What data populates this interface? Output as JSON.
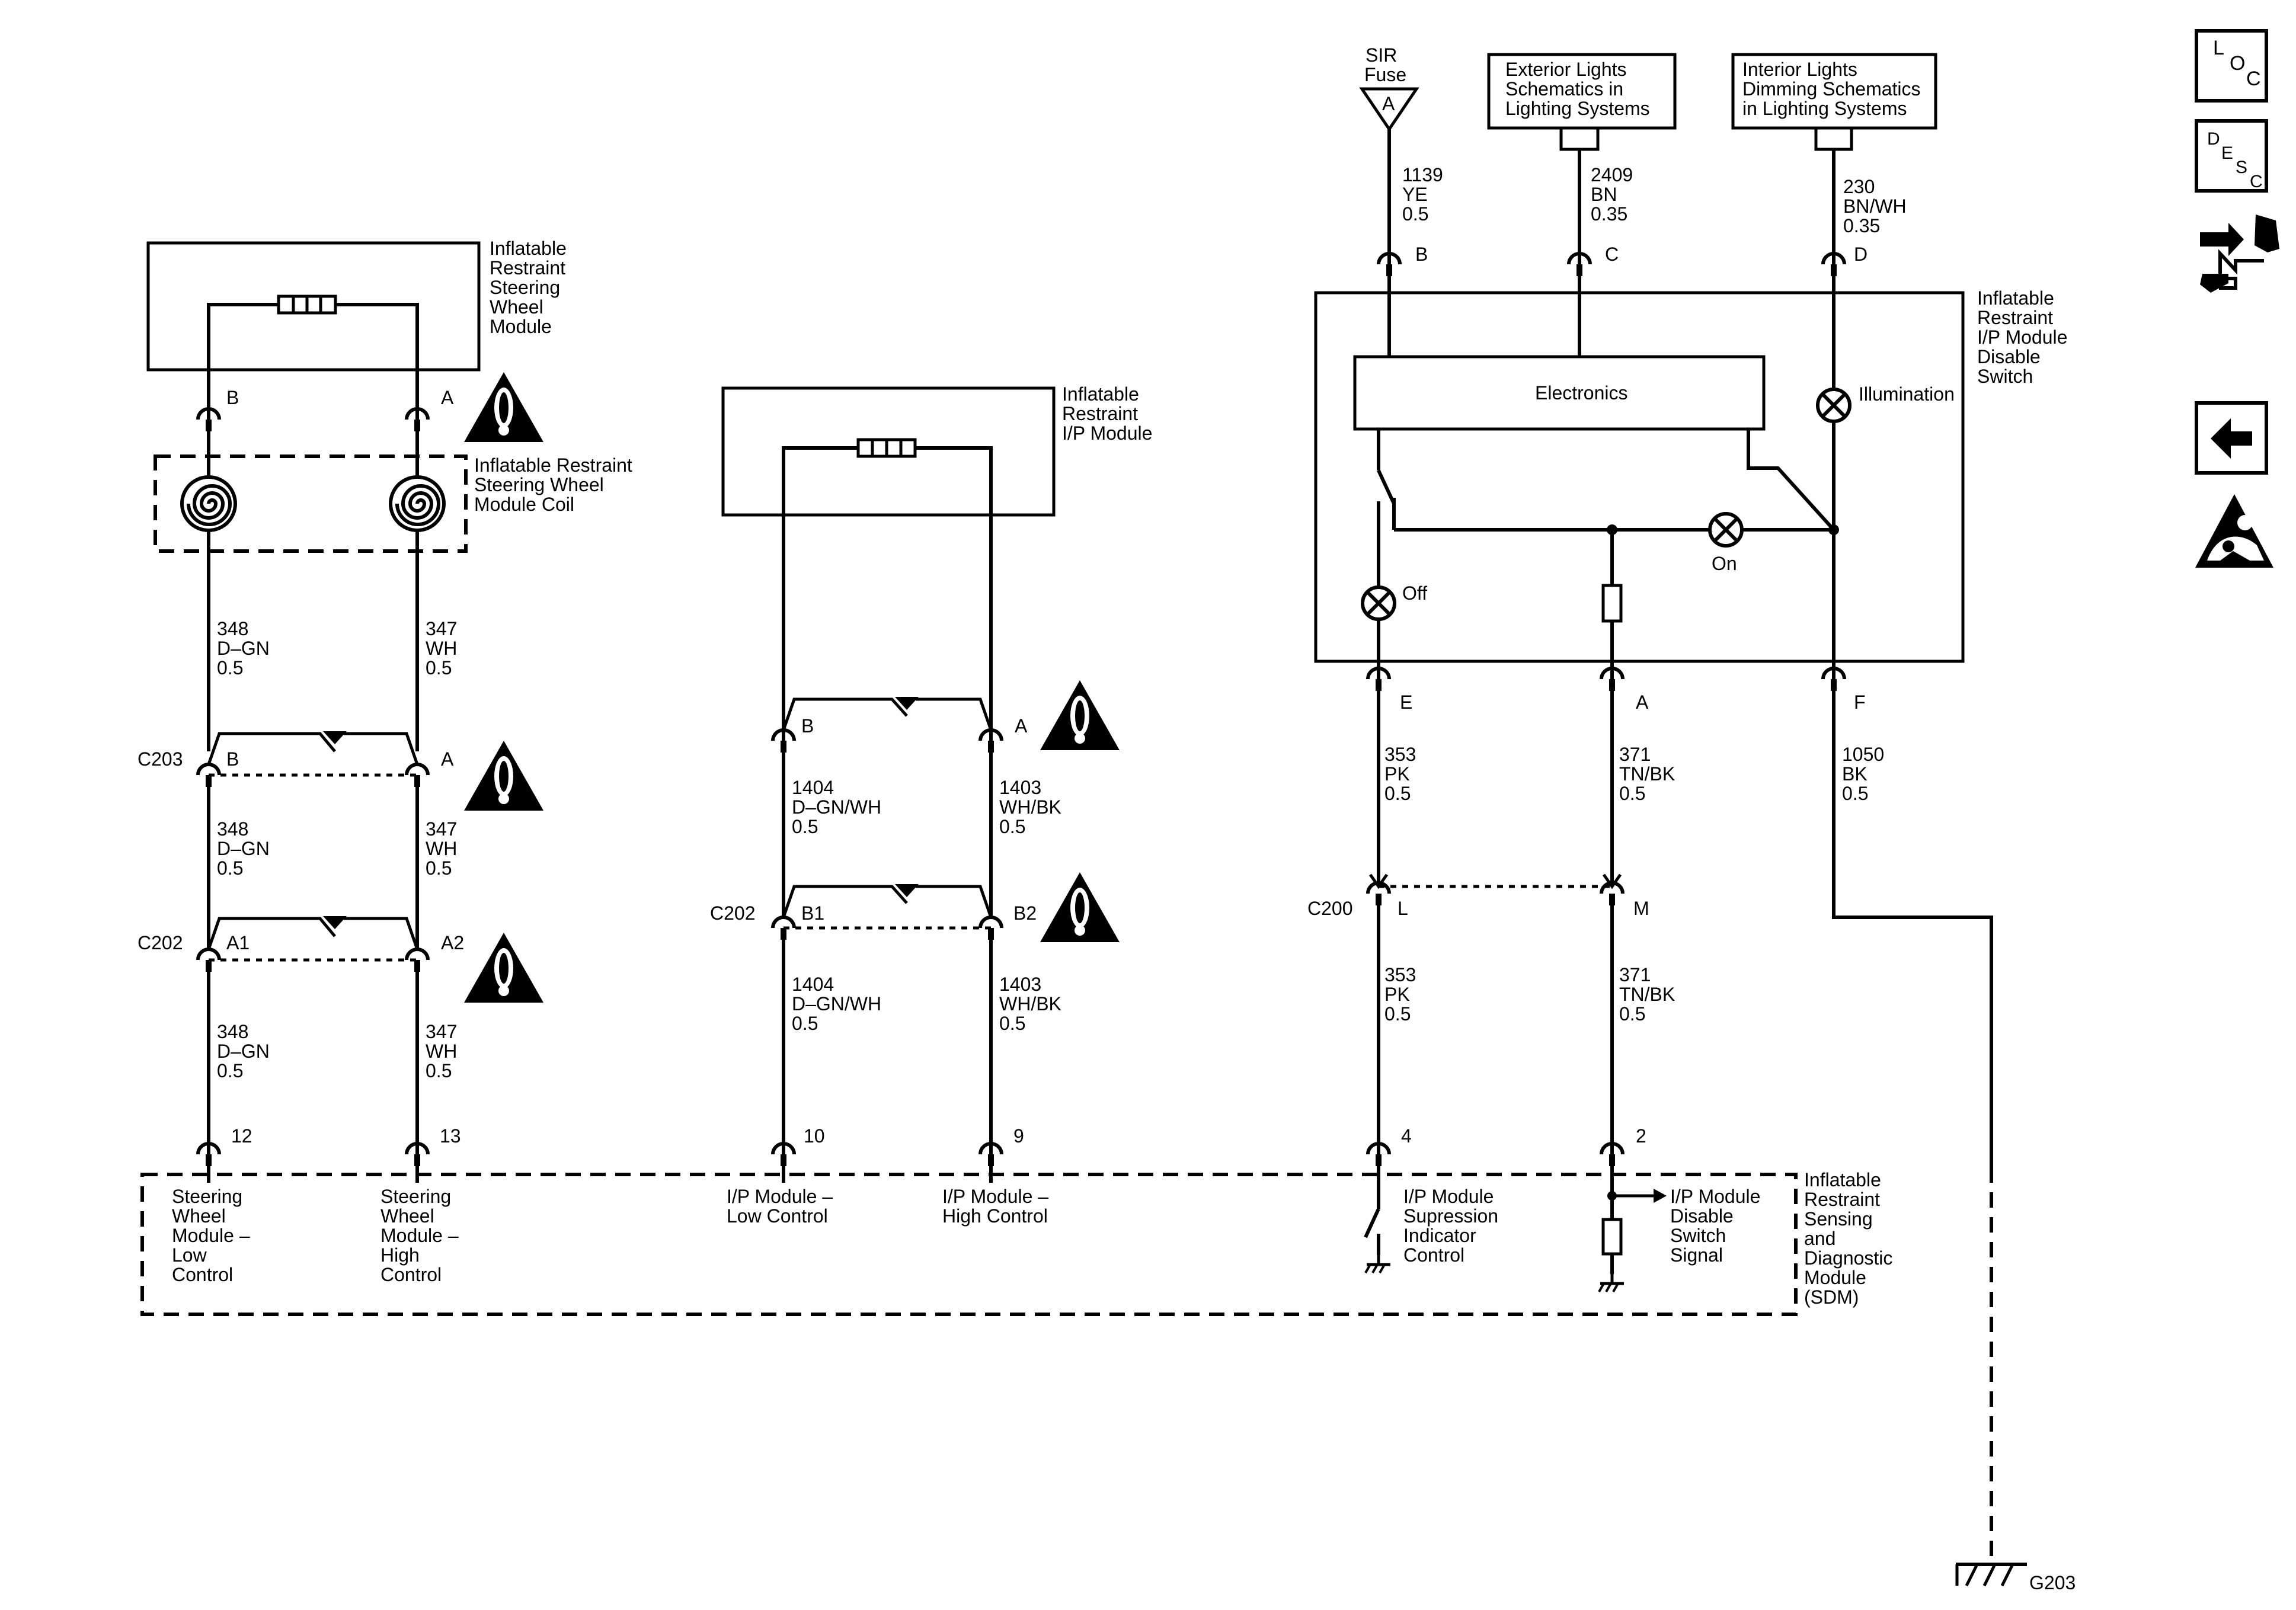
{
  "components": {
    "sw_module": [
      "Inflatable",
      "Restraint",
      "Steering",
      "Wheel",
      "Module"
    ],
    "sw_coil": [
      "Inflatable Restraint",
      "Steering Wheel",
      "Module Coil"
    ],
    "ip_module": [
      "Inflatable",
      "Restraint",
      "I/P Module"
    ],
    "disable_switch": [
      "Inflatable",
      "Restraint",
      "I/P Module",
      "Disable",
      "Switch"
    ],
    "electronics": "Electronics",
    "illumination": "Illumination",
    "off_lamp": "Off",
    "on_lamp": "On",
    "sdm": [
      "Inflatable",
      "Restraint",
      "Sensing",
      "and",
      "Diagnostic",
      "Module",
      "(SDM)"
    ]
  },
  "fuse": {
    "name": [
      "SIR",
      "Fuse"
    ],
    "letter": "A"
  },
  "references": {
    "exterior": [
      "Exterior Lights",
      "Schematics in",
      "Lighting Systems"
    ],
    "interior": [
      "Interior Lights",
      "Dimming Schematics",
      "in Lighting Systems"
    ]
  },
  "connectors": {
    "c203": "C203",
    "c202": "C202",
    "c200": "C200",
    "g203": "G203"
  },
  "pins": {
    "swm_b": "B",
    "swm_a": "A",
    "c203_b": "B",
    "c203_a": "A",
    "c202_a1": "A1",
    "c202_a2": "A2",
    "sdm_12": "12",
    "sdm_13": "13",
    "ipm_b": "B",
    "ipm_a": "A",
    "c202_b1": "B1",
    "c202_b2": "B2",
    "sdm_10": "10",
    "sdm_9": "9",
    "sw_b": "B",
    "sw_c": "C",
    "sw_d": "D",
    "sw_e": "E",
    "sw_a": "A",
    "sw_f": "F",
    "c200_l": "L",
    "c200_m": "M",
    "sdm_4": "4",
    "sdm_2": "2"
  },
  "wires": {
    "w348a": [
      "348",
      "D–GN",
      "0.5"
    ],
    "w347a": [
      "347",
      "WH",
      "0.5"
    ],
    "w348b": [
      "348",
      "D–GN",
      "0.5"
    ],
    "w347b": [
      "347",
      "WH",
      "0.5"
    ],
    "w348c": [
      "348",
      "D–GN",
      "0.5"
    ],
    "w347c": [
      "347",
      "WH",
      "0.5"
    ],
    "w1404a": [
      "1404",
      "D–GN/WH",
      "0.5"
    ],
    "w1403a": [
      "1403",
      "WH/BK",
      "0.5"
    ],
    "w1404b": [
      "1404",
      "D–GN/WH",
      "0.5"
    ],
    "w1403b": [
      "1403",
      "WH/BK",
      "0.5"
    ],
    "w1139": [
      "1139",
      "YE",
      "0.5"
    ],
    "w2409": [
      "2409",
      "BN",
      "0.35"
    ],
    "w230": [
      "230",
      "BN/WH",
      "0.35"
    ],
    "w353a": [
      "353",
      "PK",
      "0.5"
    ],
    "w371a": [
      "371",
      "TN/BK",
      "0.5"
    ],
    "w1050": [
      "1050",
      "BK",
      "0.5"
    ],
    "w353b": [
      "353",
      "PK",
      "0.5"
    ],
    "w371b": [
      "371",
      "TN/BK",
      "0.5"
    ]
  },
  "sdm_circuits": {
    "sw_low": [
      "Steering",
      "Wheel",
      "Module –",
      "Low",
      "Control"
    ],
    "sw_high": [
      "Steering",
      "Wheel",
      "Module –",
      "High",
      "Control"
    ],
    "ip_low": [
      "I/P Module –",
      "Low Control"
    ],
    "ip_high": [
      "I/P Module –",
      "High Control"
    ],
    "suppression": [
      "I/P Module",
      "Supression",
      "Indicator",
      "Control"
    ],
    "disable_signal": [
      "I/P Module",
      "Disable",
      "Switch",
      "Signal"
    ]
  },
  "nav": {
    "loc": [
      "L",
      "O",
      "C"
    ],
    "desc": [
      "D",
      "E",
      "S",
      "C"
    ],
    "connector_icon": "connector-icon",
    "back_icon": "back-arrow-icon",
    "airbag_icon": "airbag-icon"
  }
}
